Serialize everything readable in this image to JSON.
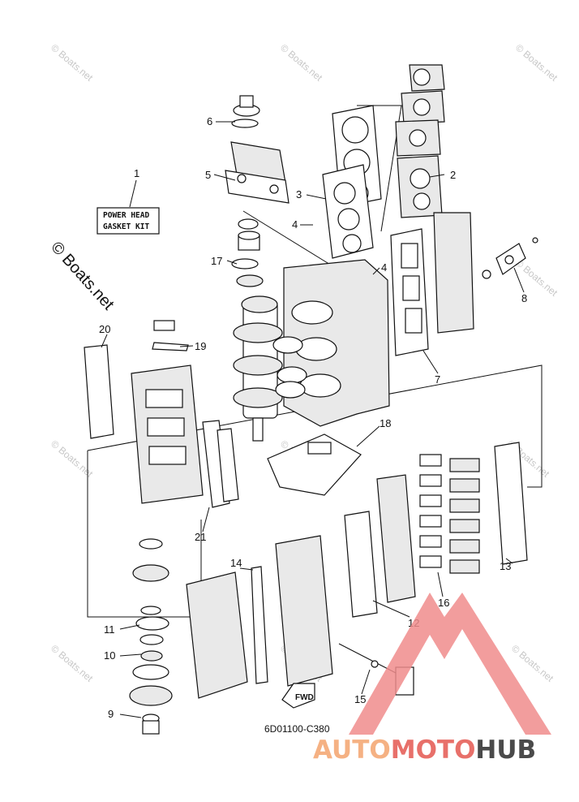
{
  "kit_label": {
    "line1": "POWER HEAD",
    "line2": "GASKET KIT"
  },
  "callouts": [
    "1",
    "2",
    "3",
    "4",
    "4",
    "5",
    "6",
    "7",
    "8",
    "9",
    "10",
    "11",
    "12",
    "13",
    "14",
    "15",
    "16",
    "17",
    "18",
    "19",
    "20",
    "21"
  ],
  "diagram_code": "6D01100-C380",
  "fwd_label": "FWD",
  "watermark": {
    "small": "© Boats.net",
    "large": "© Boats.net"
  },
  "logo": {
    "part1": "AUTO",
    "part2": "MOTO",
    "part3": "HUB",
    "colors": {
      "auto": "#f5b183",
      "moto": "#e8706a",
      "hub": "#4a4a4a",
      "mark": "#f08c8c"
    }
  }
}
